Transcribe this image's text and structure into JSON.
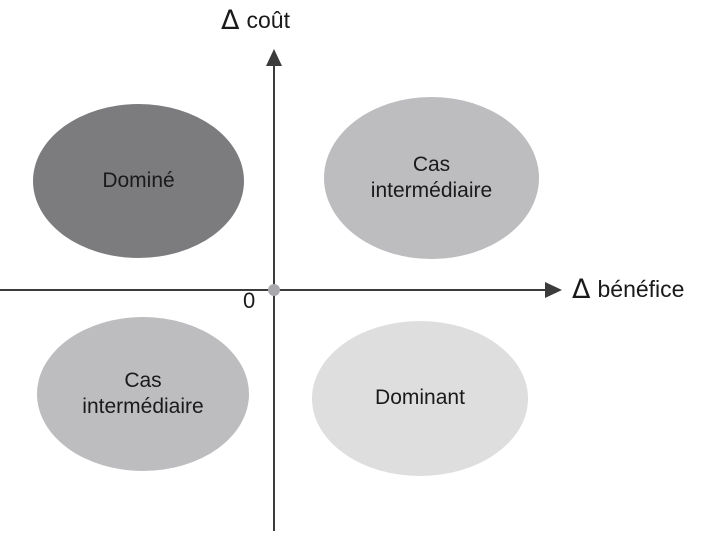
{
  "diagram": {
    "type": "cost-effectiveness-plane",
    "background_color": "#ffffff",
    "axes": {
      "y": {
        "name": "y-axis",
        "delta_symbol": "Δ",
        "label": "coût",
        "color": "#3b3b3b",
        "direction": "up",
        "arrow": "arrow-up"
      },
      "x": {
        "name": "x-axis",
        "delta_symbol": "Δ",
        "label": "bénéfice",
        "color": "#3b3b3b",
        "direction": "right",
        "arrow": "arrow-right"
      },
      "origin": {
        "label": "0",
        "dot_color": "#a9a9ad"
      }
    },
    "quadrants": [
      {
        "id": "dominated",
        "position": "top-left",
        "label": "Dominé",
        "fill": "#7c7c7f",
        "meaning": "cost increase, benefit decrease"
      },
      {
        "id": "intermediate-top-right",
        "position": "top-right",
        "label": "Cas\nintermédiaire",
        "fill": "#bdbdc0",
        "meaning": "cost increase, benefit increase"
      },
      {
        "id": "intermediate-bottom-left",
        "position": "bottom-left",
        "label": "Cas\nintermédiaire",
        "fill": "#bdbdc0",
        "meaning": "cost decrease, benefit decrease"
      },
      {
        "id": "dominant",
        "position": "bottom-right",
        "label": "Dominant",
        "fill": "#dedede",
        "meaning": "cost decrease, benefit increase"
      }
    ]
  }
}
